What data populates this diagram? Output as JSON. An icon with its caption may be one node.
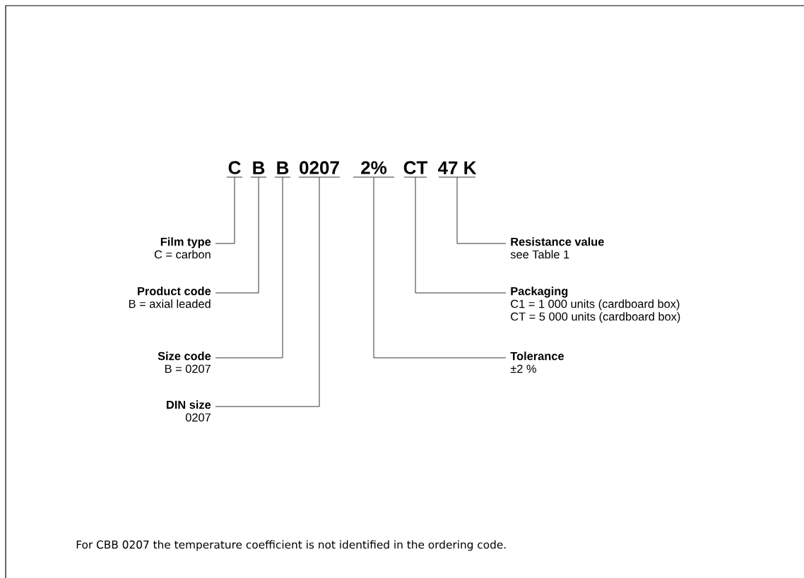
{
  "diagram": {
    "nodes": [
      {
        "text": [
          "C"
        ]
      },
      {
        "text": [
          "B"
        ]
      },
      {
        "text": [
          "B"
        ]
      },
      {
        "text": [
          "0207"
        ]
      },
      {
        "text": [
          "2%"
        ]
      },
      {
        "text": [
          "CT"
        ]
      },
      {
        "text": [
          "47 K"
        ]
      },
      {
        "text": [
          "Film type",
          "C = carbon"
        ]
      },
      {
        "text": [
          "Product code",
          "B = axial leaded"
        ]
      },
      {
        "text": [
          "Size code",
          "B = 0207"
        ]
      },
      {
        "text": [
          "DIN size",
          "0207"
        ]
      },
      {
        "text": [
          "Resistance value",
          "see Table 1"
        ]
      },
      {
        "text": [
          "Packaging",
          "C1 = 1 000 units (cardboard box)",
          "CT = 5 000 units (cardboard box)"
        ]
      },
      {
        "text": [
          "Tolerance",
          "±2 %"
        ]
      }
    ],
    "edges": [
      {
        "from": 7,
        "to": 0,
        "arrow": "none"
      },
      {
        "from": 8,
        "to": 1,
        "arrow": "none"
      },
      {
        "from": 9,
        "to": 2,
        "arrow": "none"
      },
      {
        "from": 10,
        "to": 3,
        "arrow": "none"
      },
      {
        "from": 11,
        "to": 6,
        "arrow": "none"
      },
      {
        "from": 12,
        "to": 5,
        "arrow": "none"
      },
      {
        "from": 13,
        "to": 4,
        "arrow": "none"
      }
    ],
    "caption": "For CBB 0207 the temperature coefficient is not identified in the ordering code."
  }
}
